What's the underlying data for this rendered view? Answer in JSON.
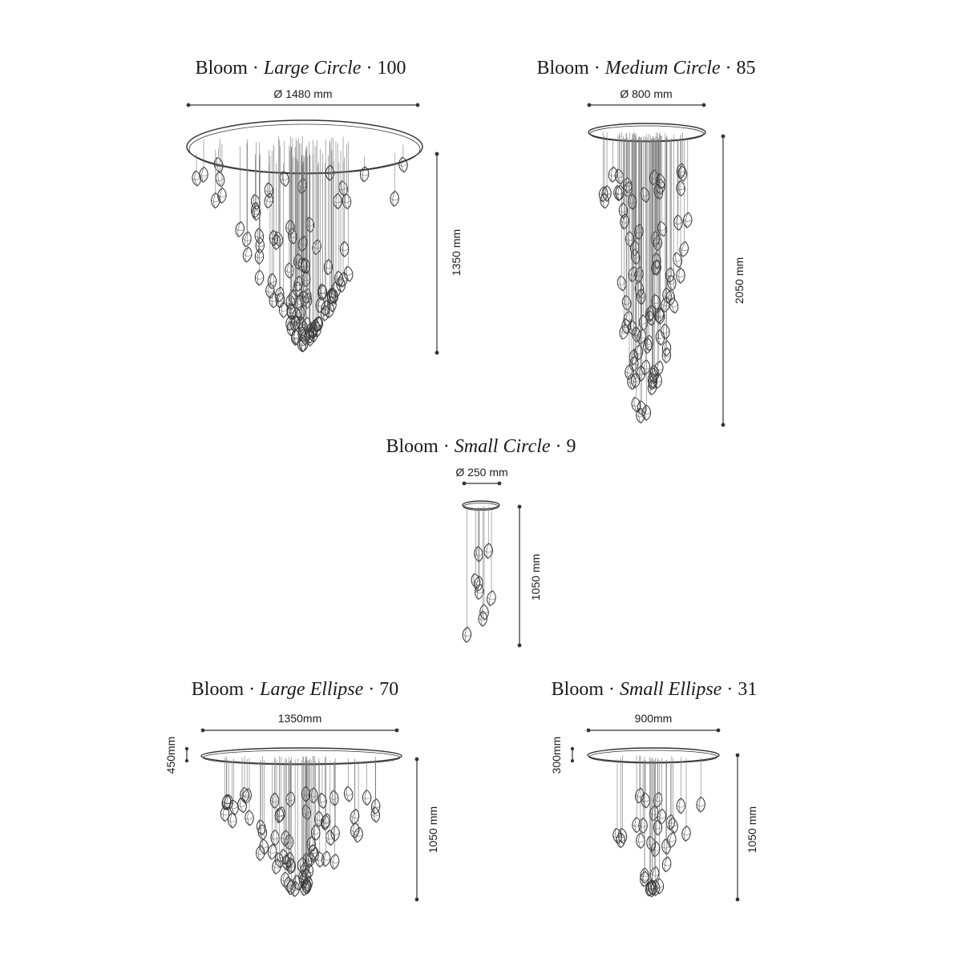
{
  "fixtures": [
    {
      "id": "large-circle",
      "name": "Bloom",
      "variant": "Large Circle",
      "count": "100",
      "width_label": "Ø 1480 mm",
      "height_label": "1350 mm"
    },
    {
      "id": "medium-circle",
      "name": "Bloom",
      "variant": "Medium Circle",
      "count": "85",
      "width_label": "Ø 800 mm",
      "height_label": "2050 mm"
    },
    {
      "id": "small-circle",
      "name": "Bloom",
      "variant": "Small Circle",
      "count": "9",
      "width_label": "Ø 250 mm",
      "height_label": "1050 mm"
    },
    {
      "id": "large-ellipse",
      "name": "Bloom",
      "variant": "Large Ellipse",
      "count": "70",
      "width_label": "1350mm",
      "height_label": "1050 mm",
      "canopy_label": "450mm"
    },
    {
      "id": "small-ellipse",
      "name": "Bloom",
      "variant": "Small Ellipse",
      "count": "31",
      "width_label": "900mm",
      "height_label": "1050 mm",
      "canopy_label": "300mm"
    }
  ],
  "separator": "·"
}
